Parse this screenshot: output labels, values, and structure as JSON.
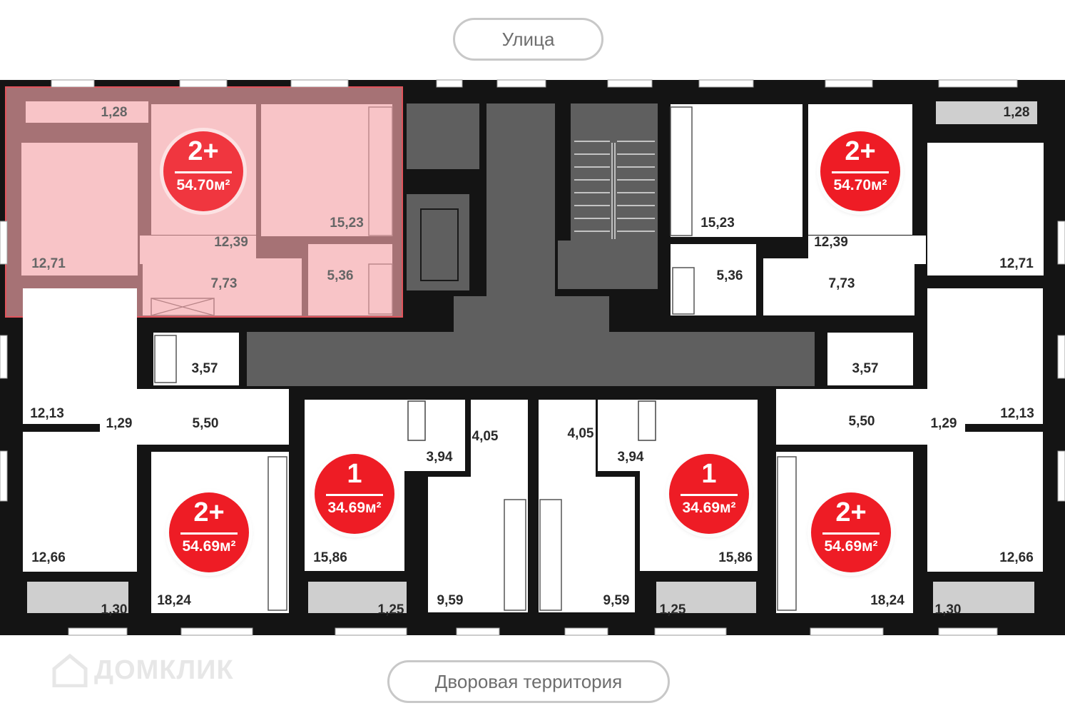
{
  "labels": {
    "street": "Улица",
    "yard": "Дворовая территория",
    "watermark": "ДОМКЛИК"
  },
  "colors": {
    "wall": "#141414",
    "core": "#5f5f5f",
    "balcony": "#cfcfcf",
    "badge": "#ee1c25",
    "selection": "#f4a5a9"
  },
  "apartments": [
    {
      "rooms": "2+",
      "size": "54.70м²",
      "selected": true
    },
    {
      "rooms": "2+",
      "size": "54.70м²",
      "selected": false
    },
    {
      "rooms": "2+",
      "size": "54.69м²",
      "selected": false
    },
    {
      "rooms": "1",
      "size": "34.69м²",
      "selected": false
    },
    {
      "rooms": "1",
      "size": "34.69м²",
      "selected": false
    },
    {
      "rooms": "2+",
      "size": "54.69м²",
      "selected": false
    }
  ],
  "rooms": [
    "1,28",
    "12,71",
    "12,39",
    "15,23",
    "7,73",
    "5,36",
    "15,23",
    "12,39",
    "1,28",
    "5,36",
    "7,73",
    "12,71",
    "3,57",
    "12,13",
    "1,29",
    "5,50",
    "12,66",
    "18,24",
    "1,30",
    "15,86",
    "3,94",
    "4,05",
    "9,59",
    "1,25",
    "4,05",
    "3,94",
    "15,86",
    "9,59",
    "1,25",
    "3,57",
    "5,50",
    "1,29",
    "12,13",
    "18,24",
    "12,66",
    "1,30"
  ]
}
